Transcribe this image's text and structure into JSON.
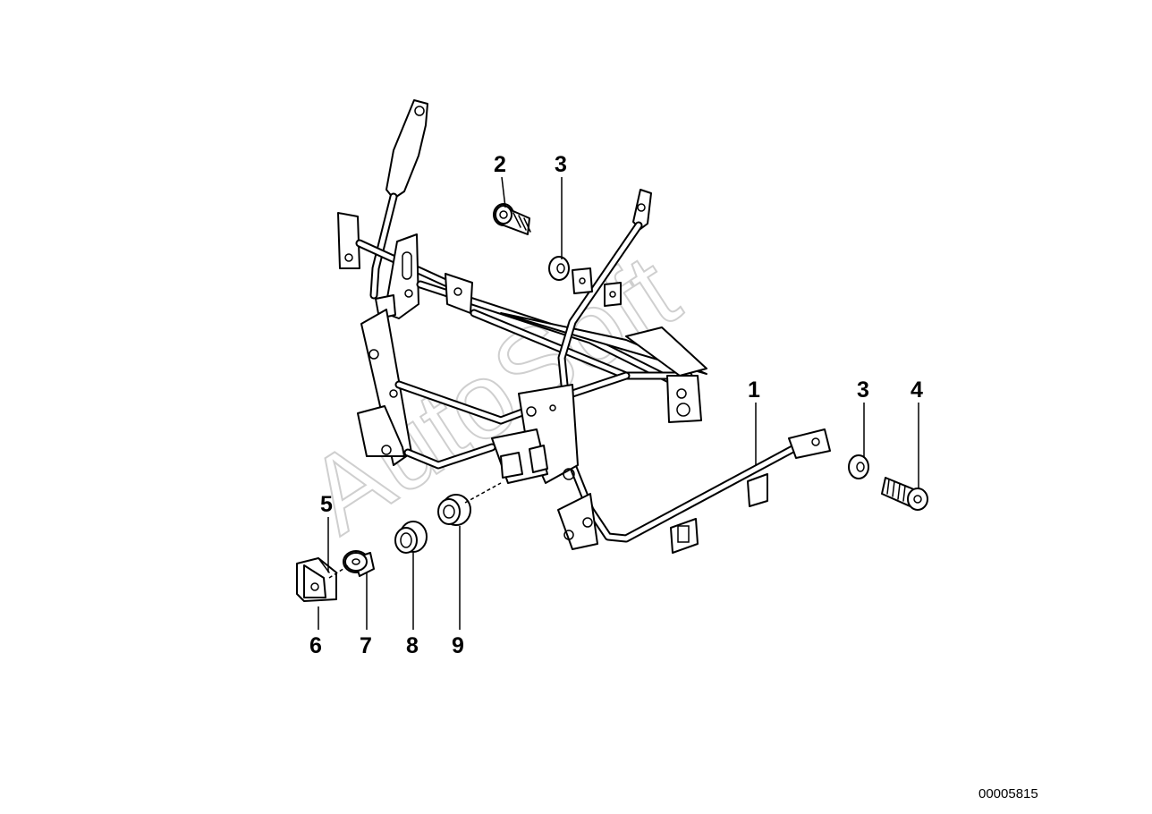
{
  "watermark": "AutoSoft",
  "document_id": "00005815",
  "callouts": [
    {
      "label": "1"
    },
    {
      "label": "2"
    },
    {
      "label": "3"
    },
    {
      "label": "3"
    },
    {
      "label": "4"
    },
    {
      "label": "5"
    },
    {
      "label": "6"
    },
    {
      "label": "7"
    },
    {
      "label": "8"
    },
    {
      "label": "9"
    }
  ]
}
